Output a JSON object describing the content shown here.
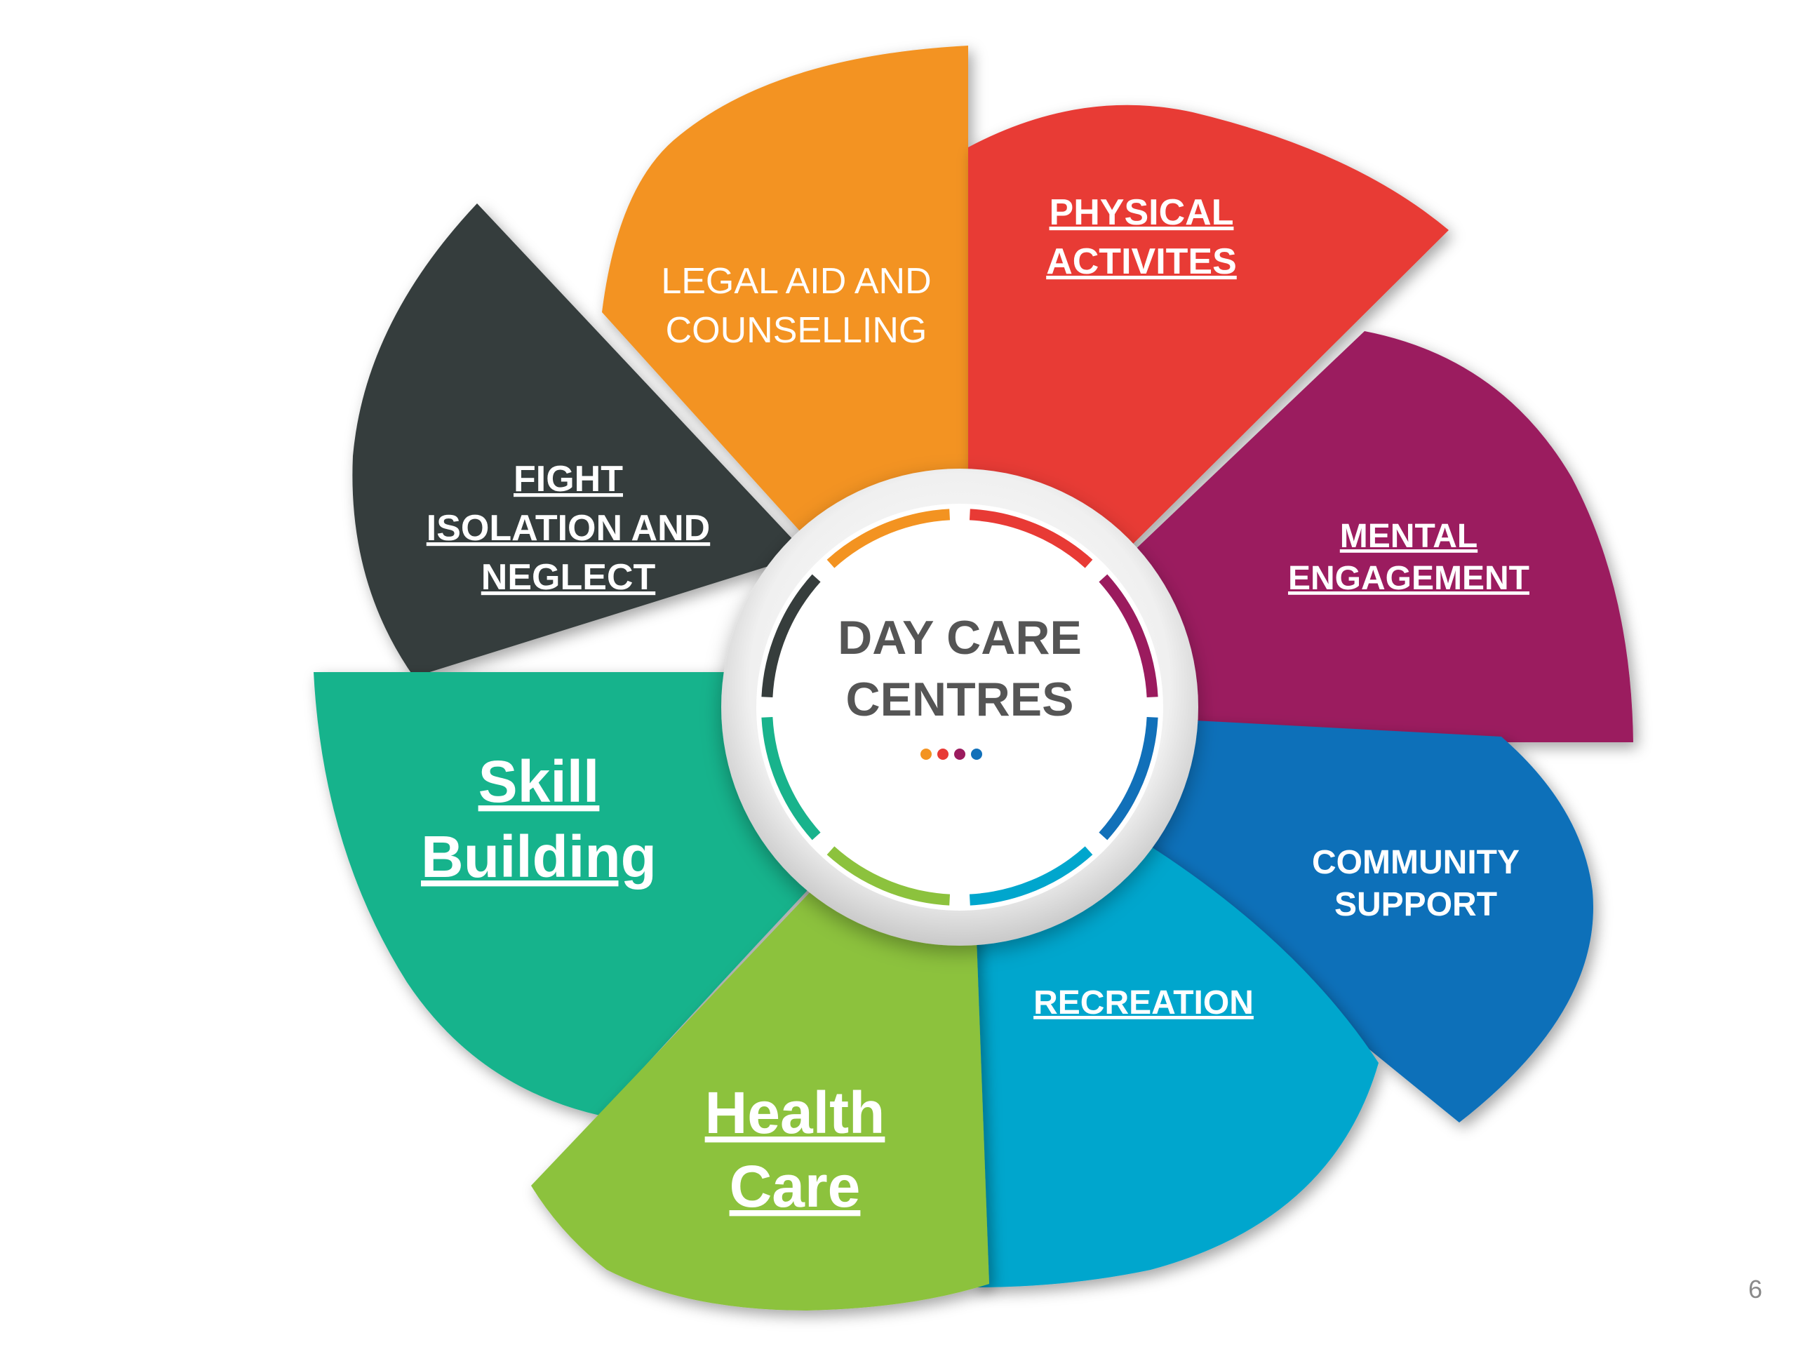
{
  "diagram": {
    "center": {
      "title_line1": "DAY CARE",
      "title_line2": "CENTRES",
      "dot_colors": [
        "#f39321",
        "#e83a35",
        "#9b1b5e",
        "#1170b9"
      ]
    },
    "segments": [
      {
        "id": "legal-aid",
        "lines": [
          "LEGAL AID AND",
          "COUNSELLING"
        ],
        "color": "#f39321",
        "underline": false,
        "weight": "normal"
      },
      {
        "id": "physical-activities",
        "lines": [
          "PHYSICAL",
          "ACTIVITES"
        ],
        "color": "#e83a35",
        "underline": true,
        "weight": "bold"
      },
      {
        "id": "mental-engagement",
        "lines": [
          "MENTAL",
          "ENGAGEMENT"
        ],
        "color": "#9b1b5e",
        "underline": true,
        "weight": "bold"
      },
      {
        "id": "community-support",
        "lines": [
          "COMMUNITY",
          "SUPPORT"
        ],
        "color": "#1170b9",
        "underline": false,
        "weight": "bold"
      },
      {
        "id": "recreation",
        "lines": [
          "RECREATION"
        ],
        "color": "#00a6cd",
        "underline": true,
        "weight": "bold"
      },
      {
        "id": "health-care",
        "lines": [
          "Health",
          "Care"
        ],
        "color": "#8cc23d",
        "underline": true,
        "weight": "bold"
      },
      {
        "id": "skill-building",
        "lines": [
          "Skill",
          "Building"
        ],
        "color": "#18b38c",
        "underline": true,
        "weight": "bold"
      },
      {
        "id": "fight-isolation",
        "lines": [
          "FIGHT",
          "ISOLATION AND",
          "NEGLECT"
        ],
        "color": "#363d3c",
        "underline": true,
        "weight": "bold"
      }
    ]
  },
  "page_number": "6"
}
